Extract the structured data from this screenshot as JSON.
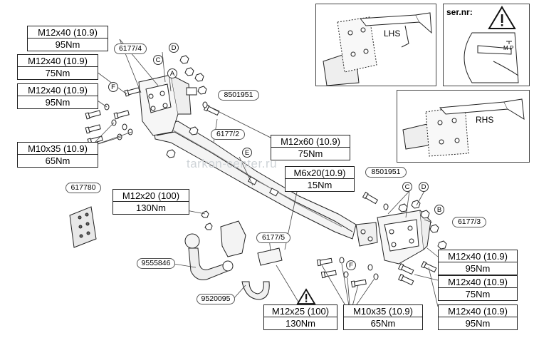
{
  "watermark": "tarkon-center.ru",
  "torque_boxes": [
    {
      "bolt": "M12x40 (10.9)",
      "torque": "95Nm"
    },
    {
      "bolt": "M12x40 (10.9)",
      "torque": "75Nm"
    },
    {
      "bolt": "M12x40 (10.9)",
      "torque": "95Nm"
    },
    {
      "bolt": "M10x35 (10.9)",
      "torque": "65Nm"
    },
    {
      "bolt": "M12x60 (10.9)",
      "torque": "75Nm"
    },
    {
      "bolt": "M6x20(10.9)",
      "torque": "15Nm"
    },
    {
      "bolt": "M12x20 (100)",
      "torque": "130Nm"
    },
    {
      "bolt": "M12x40 (10.9)",
      "torque": "95Nm"
    },
    {
      "bolt": "M12x40 (10.9)",
      "torque": "75Nm"
    },
    {
      "bolt": "M12x40 (10.9)",
      "torque": "95Nm"
    },
    {
      "bolt": "M12x25 (100)",
      "torque": "130Nm"
    },
    {
      "bolt": "M10x35 (10.9)",
      "torque": "65Nm"
    }
  ],
  "part_codes": [
    "6177/4",
    "8501951",
    "6177/2",
    "617780",
    "6177/5",
    "9555846",
    "9520095",
    "8501951",
    "6177/3"
  ],
  "part_letters": [
    "D",
    "A",
    "C",
    "F",
    "E",
    "C",
    "D",
    "B",
    "F"
  ],
  "insets": {
    "lhs_label": "LHS",
    "rhs_label": "RHS",
    "serial_label": "ser.nr:",
    "serial_marks": [
      "M",
      "P"
    ]
  },
  "warning_icon": "warning-triangle-icon"
}
